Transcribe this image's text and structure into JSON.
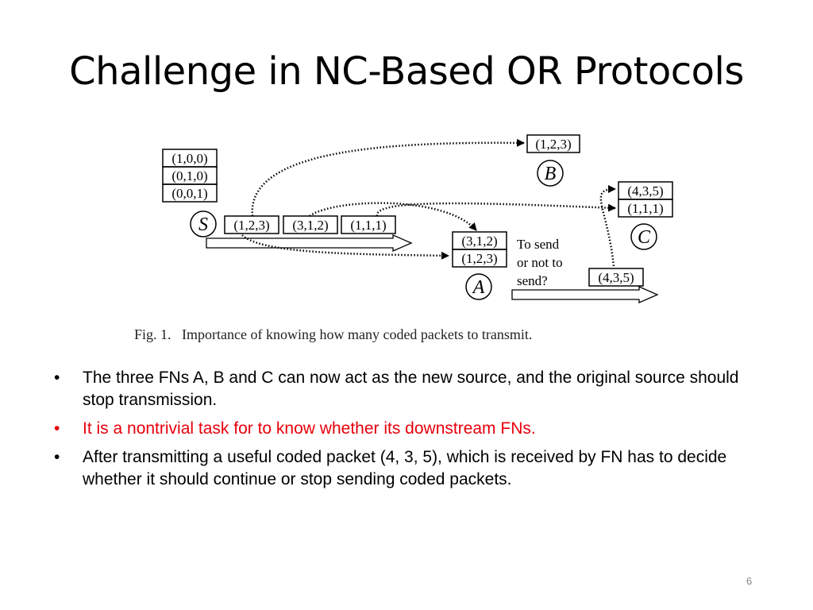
{
  "slide": {
    "title": "Challenge in NC-Based OR Protocols",
    "page_number": "6"
  },
  "figure": {
    "source_vectors": [
      "(1,0,0)",
      "(0,1,0)",
      "(0,0,1)"
    ],
    "source_label": "S",
    "sent_packets": [
      "(1,2,3)",
      "(3,1,2)",
      "(1,1,1)"
    ],
    "node_b_packets": [
      "(1,2,3)"
    ],
    "node_b_label": "B",
    "node_c_packets": [
      "(4,3,5)",
      "(1,1,1)"
    ],
    "node_c_label": "C",
    "node_a_packets": [
      "(3,1,2)",
      "(1,2,3)"
    ],
    "node_a_label": "A",
    "question_lines": [
      "To send",
      "or not to",
      "send?"
    ],
    "a_sent_packet": "(4,3,5)",
    "caption": "Fig. 1.   Importance of knowing how many coded packets to transmit."
  },
  "bullets": [
    {
      "text": "The three FNs A, B and C can now act as the new source, and the original source should stop transmission.",
      "color": "#000000"
    },
    {
      "text": "It is a nontrivial task for to know whether its downstream FNs.",
      "color": "#e8000b"
    },
    {
      "text": "After transmitting a useful coded packet (4, 3, 5), which is received by FN has to decide whether it should continue or stop sending coded packets.",
      "color": "#000000"
    }
  ]
}
